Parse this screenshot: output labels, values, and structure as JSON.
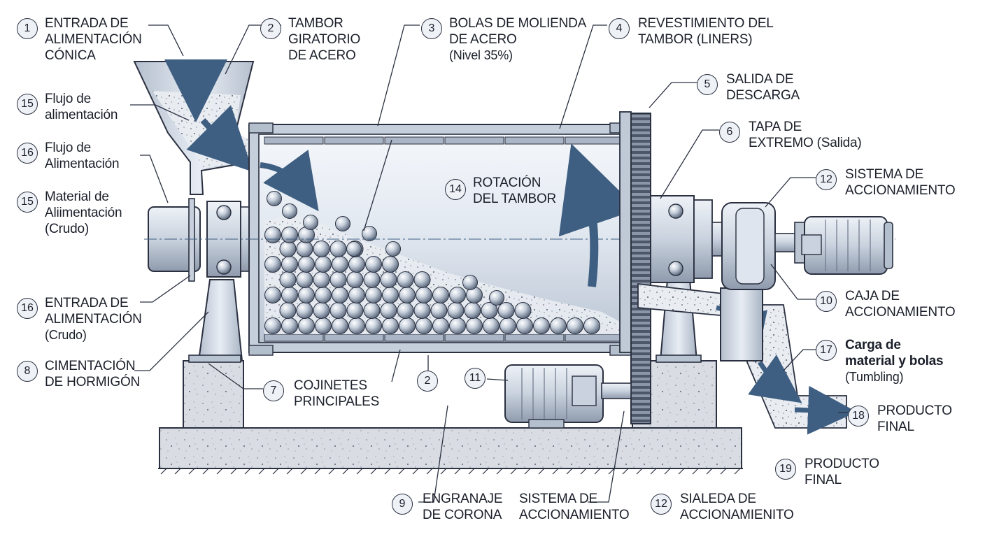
{
  "labels": [
    {
      "id": "l1",
      "num": "1",
      "lines": [
        "ENTRADA DE",
        "ALIMENTACIÓN",
        "CÓNICA"
      ]
    },
    {
      "id": "l2",
      "num": "2",
      "lines": [
        "TAMBOR",
        "GIRATORIO",
        "DE ACERO"
      ]
    },
    {
      "id": "l3",
      "num": "3",
      "lines": [
        "BOLAS DE MOLIENDA",
        "DE ACERO",
        "(Nivel 35%)"
      ]
    },
    {
      "id": "l4",
      "num": "4",
      "lines": [
        "REVESTIMIENTO DEL",
        "TAMBOR (LINERS)"
      ]
    },
    {
      "id": "l5",
      "num": "5",
      "lines": [
        "SALIDA DE",
        "DESCARGA"
      ]
    },
    {
      "id": "l6",
      "num": "6",
      "lines": [
        "TAPA DE",
        "EXTREMO (Salida)"
      ]
    },
    {
      "id": "l12a",
      "num": "12",
      "lines": [
        "SISTEMA DE",
        "ACCIONAMIENTO"
      ]
    },
    {
      "id": "l10",
      "num": "10",
      "lines": [
        "CAJA DE",
        "ACCIONAMIENTO"
      ]
    },
    {
      "id": "l17",
      "num": "17",
      "lines": [
        "Carga de",
        "material y bolas",
        "(Tumbling)"
      ]
    },
    {
      "id": "l18",
      "num": "18",
      "lines": [
        "PRODUCTO",
        "FINAL"
      ]
    },
    {
      "id": "l19",
      "num": "19",
      "lines": [
        "PRODUCTO",
        "FINAL"
      ]
    },
    {
      "id": "l12b",
      "num": "12",
      "lines": [
        "SIALEDA DE",
        "ACCIONAMIENITO"
      ]
    },
    {
      "id": "l9",
      "num": "9",
      "lines": [
        "ENGRANAJE",
        "DE CORONA"
      ]
    },
    {
      "id": "l_sist",
      "num": "",
      "lines": [
        "SISTEMA DE",
        "ACCIONAMIENTO"
      ]
    },
    {
      "id": "l11",
      "num": "11",
      "lines": []
    },
    {
      "id": "l2b",
      "num": "2",
      "lines": []
    },
    {
      "id": "l7",
      "num": "7",
      "lines": [
        "COJINETES",
        "PRINCIPALES"
      ]
    },
    {
      "id": "l8",
      "num": "8",
      "lines": [
        "CIMENTACIÓN",
        "DE HORMIGÓN"
      ]
    },
    {
      "id": "l16b",
      "num": "16",
      "lines": [
        "ENTRADA DE",
        "ALIMENTACIÓN",
        "(Crudo)"
      ]
    },
    {
      "id": "l15b",
      "num": "15",
      "lines": [
        "Material de",
        "Aliimentación",
        "(Crudo)"
      ]
    },
    {
      "id": "l16a",
      "num": "16",
      "lines": [
        "Flujo de",
        "Alimentación"
      ]
    },
    {
      "id": "l15a",
      "num": "15",
      "lines": [
        "Flujo de",
        "alimentación"
      ]
    },
    {
      "id": "l14",
      "num": "14",
      "lines": [
        "ROTACIÓN",
        "DEL TAMBOR"
      ]
    }
  ]
}
